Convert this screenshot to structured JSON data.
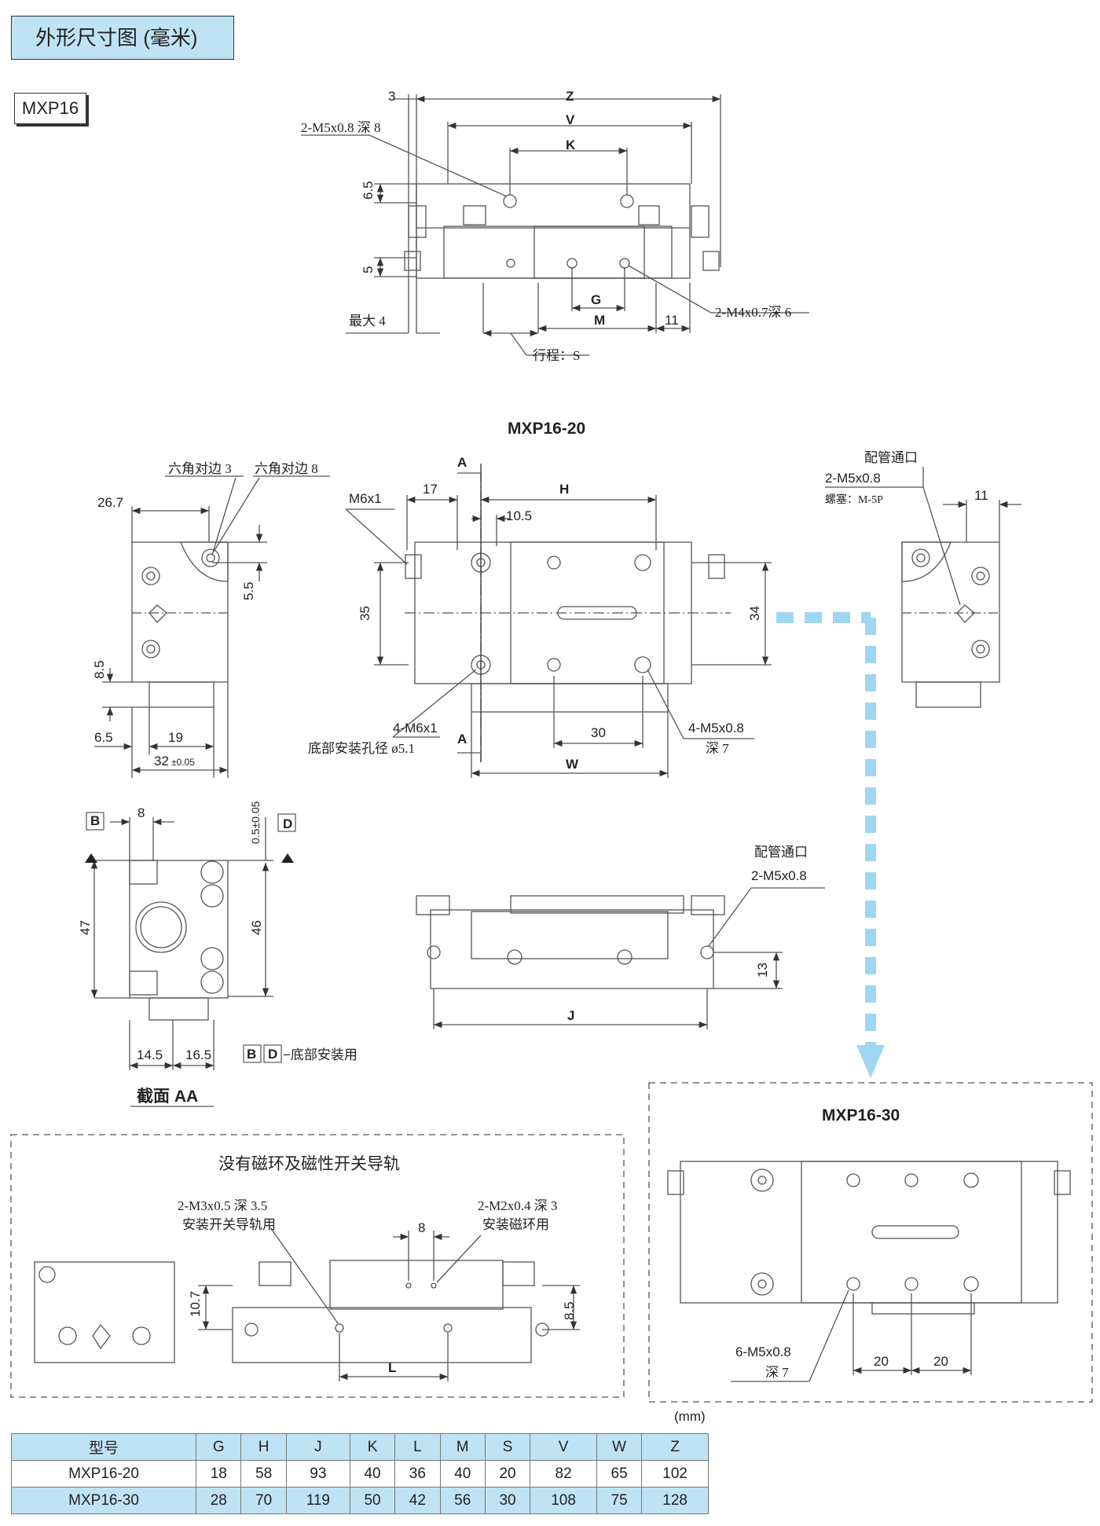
{
  "header": {
    "title": "外形尺寸图 (毫米)",
    "model": "MXP16"
  },
  "top_view": {
    "Z": "Z",
    "V": "V",
    "K": "K",
    "G": "G",
    "M": "M",
    "S": "行程：S",
    "d3": "3",
    "d6_5": "6.5",
    "d5": "5",
    "d11": "11",
    "max4": "最大 4",
    "note1": "2-M5x0.8 深 8",
    "note2": "2-M4x0.7深 6"
  },
  "mxp16_20": {
    "title": "MXP16-20",
    "hex3": "六角对边 3",
    "hex8": "六角对边 8",
    "d26_7": "26.7",
    "d5_5": "5.5",
    "d8_5": "8.5",
    "d6_5": "6.5",
    "d19": "19",
    "d32": "32",
    "d32_tol": "±0.05",
    "M6x1": "M6x1",
    "d17": "17",
    "d10_5": "10.5",
    "H": "H",
    "A": "A",
    "d35": "35",
    "d34": "34",
    "n4M6": "4-M6x1",
    "bottom_hole": "底部安装孔径 ø5.1",
    "d30": "30",
    "W": "W",
    "n4M5": "4-M5x0.8",
    "deep7": "深 7",
    "port": "配管通口",
    "portM5": "2-M5x0.8",
    "plug": "螺塞：M-5P",
    "d11": "11"
  },
  "section": {
    "B": "B",
    "D": "D",
    "d8": "8",
    "d0_5": "0.5±0.05",
    "d47": "47",
    "d46": "46",
    "d14_5": "14.5",
    "d16_5": "16.5",
    "bottom_use": "−底部安装用",
    "title": "截面 AA"
  },
  "side_view": {
    "port": "配管通口",
    "portM5": "2-M5x0.8",
    "J": "J",
    "d13": "13"
  },
  "no_magnet": {
    "title": "没有磁环及磁性开关导轨",
    "noteL1": "2-M3x0.5 深 3.5",
    "noteL2": "安装开关导轨用",
    "noteR1": "2-M2x0.4 深 3",
    "noteR2": "安装磁环用",
    "d8": "8",
    "d10_7": "10.7",
    "d8_5": "8.5",
    "L": "L"
  },
  "mxp16_30": {
    "title": "MXP16-30",
    "n6M5": "6-M5x0.8",
    "deep7": "深 7",
    "d20a": "20",
    "d20b": "20"
  },
  "table": {
    "unit": "(mm)",
    "headers": [
      "型号",
      "G",
      "H",
      "J",
      "K",
      "L",
      "M",
      "S",
      "V",
      "W",
      "Z"
    ],
    "rows": [
      [
        "MXP16-20",
        "18",
        "58",
        "93",
        "40",
        "36",
        "40",
        "20",
        "82",
        "65",
        "102"
      ],
      [
        "MXP16-30",
        "28",
        "70",
        "119",
        "50",
        "42",
        "56",
        "30",
        "108",
        "75",
        "128"
      ]
    ]
  },
  "colors": {
    "accent": "#bfe3f5",
    "arrow": "#9fd6f1",
    "line": "#555555"
  }
}
